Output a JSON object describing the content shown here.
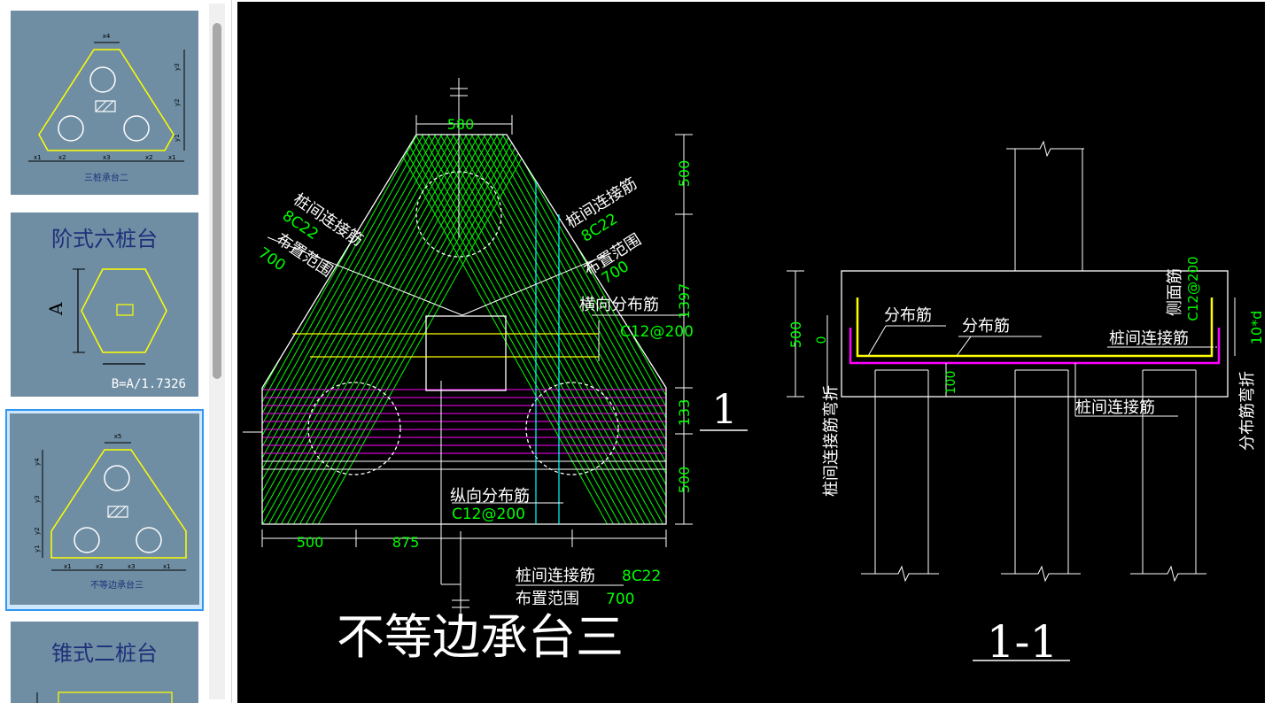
{
  "sidebar": {
    "items": [
      {
        "caption": "三桩承台二",
        "labels": [
          "x4",
          "y3",
          "y2",
          "y1",
          "x1",
          "x2",
          "x3",
          "x2",
          "x1"
        ]
      },
      {
        "title": "阶式六桩台",
        "dim_a": "A",
        "formula": "B=A/1.7326"
      },
      {
        "caption": "不等边承台三",
        "labels": [
          "x5",
          "y4",
          "y3",
          "y2",
          "y1",
          "x1",
          "x2",
          "x3",
          "x1"
        ],
        "selected": true
      },
      {
        "title": "锥式二桩台"
      }
    ]
  },
  "drawing": {
    "title": "不等边承台三",
    "section_mark": "1",
    "section_title": "1-1",
    "plan": {
      "top_width": "580",
      "dim_left": "500",
      "dim_right": "875",
      "dims_vertical": [
        "500",
        "1397",
        "133",
        "500"
      ],
      "left_label": "桩间连接筋",
      "left_bars": "8C22",
      "left_range_label": "布置范围",
      "left_range": "700",
      "right_label": "桩间连接筋",
      "right_bars": "8C22",
      "right_range_label": "布置范围",
      "right_range": "700",
      "transverse_label": "横向分布筋",
      "transverse_spec": "C12@200",
      "longitudinal_label": "纵向分布筋",
      "longitudinal_spec": "C12@200",
      "bottom_label": "桩间连接筋",
      "bottom_bars": "8C22",
      "bottom_range_label": "布置范围",
      "bottom_range": "700"
    },
    "section": {
      "dim_500": "500",
      "dim_0": "0",
      "dim_100": "100",
      "label_fenbu_1": "分布筋",
      "label_fenbu_2": "分布筋",
      "label_side": "侧面筋",
      "label_side_spec": "C12@200",
      "label_zhuangjian": "桩间连接筋",
      "label_zhuangjian_bottom": "桩间连接筋",
      "label_left_vertical": "桩间连接筋弯折",
      "label_right_vertical": "分布筋弯折",
      "label_10d": "10*d"
    },
    "colors": {
      "white": "#ffffff",
      "green": "#00ff00",
      "yellow": "#ffff00",
      "magenta": "#ff00ff",
      "cyan": "#00ffff"
    }
  }
}
